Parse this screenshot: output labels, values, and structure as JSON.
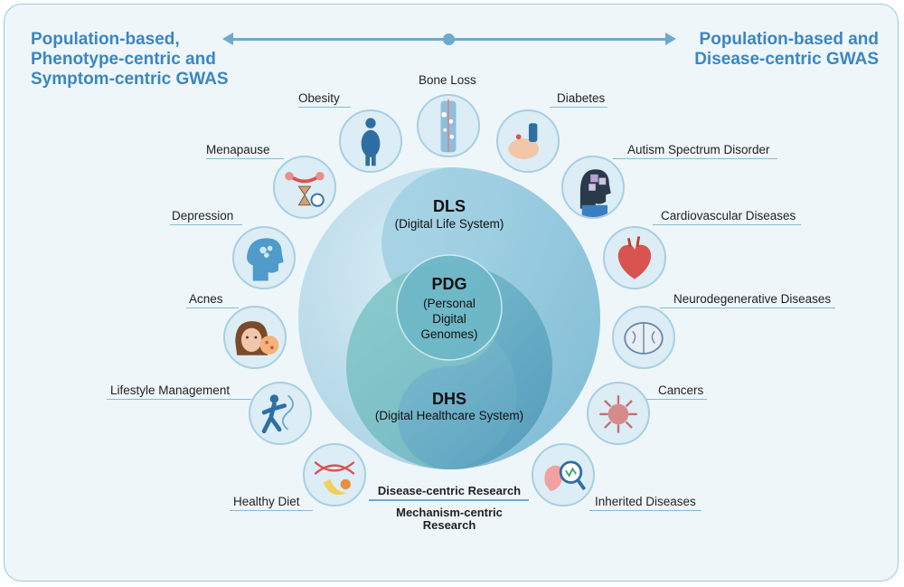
{
  "header": {
    "left_title": "Population-based, Phenotype-centric and Symptom-centric GWAS",
    "right_title": "Population-based and Disease-centric GWAS"
  },
  "center": {
    "dls_title": "DLS",
    "dls_subtitle": "(Digital Life System)",
    "pdg_title": "PDG",
    "pdg_subtitle_1": "(Personal",
    "pdg_subtitle_2": "Digital",
    "pdg_subtitle_3": "Genomes)",
    "dhs_title": "DHS",
    "dhs_subtitle": "(Digital Healthcare System)"
  },
  "research": {
    "disease_centric": "Disease-centric Research",
    "mechanism_centric_1": "Mechanism-centric",
    "mechanism_centric_2": "Research"
  },
  "topics": {
    "bone_loss": "Bone Loss",
    "obesity": "Obesity",
    "diabetes": "Diabetes",
    "menapause": "Menapause",
    "autism": "Autism Spectrum Disorder",
    "depression": "Depression",
    "cardiovascular": "Cardiovascular Diseases",
    "acnes": "Acnes",
    "neurodegenerative": "Neurodegenerative Diseases",
    "lifestyle": "Lifestyle Management",
    "cancers": "Cancers",
    "healthy_diet": "Healthy Diet",
    "inherited": "Inherited Diseases"
  },
  "colors": {
    "accent_blue": "#3a86c4",
    "frame_bg": "#eef6f9",
    "dls_circle": "#b9dcea",
    "dhs_circle": "#5aa9c6",
    "pdg_circle": "#6fb9c9"
  }
}
